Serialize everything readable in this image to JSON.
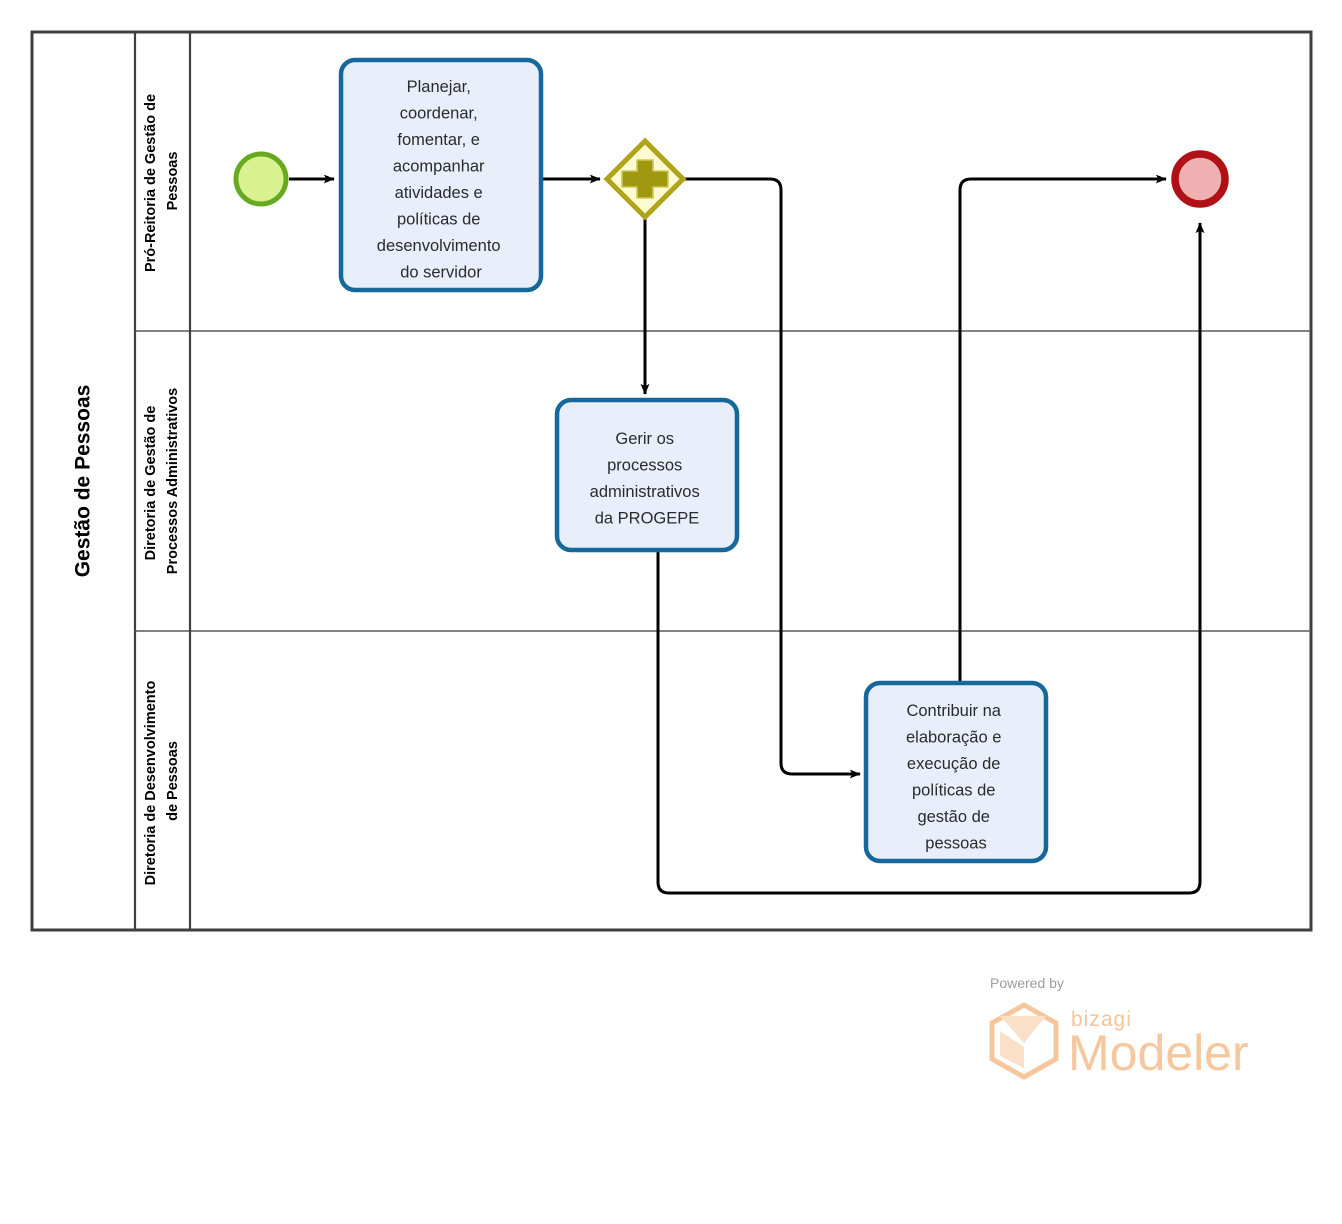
{
  "pool": {
    "label": "Gestão de Pessoas",
    "lanes": [
      {
        "id": "lane-pro-reitoria",
        "label": "Pró-Reitoria de Gestão de Pessoas"
      },
      {
        "id": "lane-processos-administrativos",
        "label": "Diretoria de Gestão de Processos Administrativos"
      },
      {
        "id": "lane-desenvolvimento-pessoas",
        "label": "Diretoria de Desenvolvimento de Pessoas"
      }
    ]
  },
  "events": {
    "start": {
      "name": "start-event",
      "label": ""
    },
    "end": {
      "name": "end-event",
      "label": ""
    }
  },
  "gateway": {
    "name": "parallel-gateway",
    "type": "parallel",
    "symbol": "+",
    "label": ""
  },
  "tasks": [
    {
      "id": "task-planejar",
      "lane": "lane-pro-reitoria",
      "label": "Planejar, coordenar, fomentar, e acompanhar atividades e políticas de desenvolvimento do servidor",
      "lines": [
        "Planejar,",
        "coordenar,",
        "fomentar, e",
        "acompanhar",
        "atividades e",
        "políticas de",
        "desenvolvimento",
        "do servidor"
      ]
    },
    {
      "id": "task-gerir",
      "lane": "lane-processos-administrativos",
      "label": "Gerir os processos administrativos da PROGEPE",
      "lines": [
        "Gerir os",
        "processos",
        "administrativos",
        "da PROGEPE"
      ]
    },
    {
      "id": "task-contribuir",
      "lane": "lane-desenvolvimento-pessoas",
      "label": "Contribuir na elaboração e execução de políticas de gestão de pessoas",
      "lines": [
        "Contribuir na",
        "elaboração e",
        "execução de",
        "políticas de",
        "gestão de",
        "pessoas"
      ]
    }
  ],
  "flows": [
    {
      "id": "flow-start-to-planejar",
      "from": "start-event",
      "to": "task-planejar",
      "label": ""
    },
    {
      "id": "flow-planejar-to-gateway",
      "from": "task-planejar",
      "to": "parallel-gateway",
      "label": ""
    },
    {
      "id": "flow-gateway-to-gerir",
      "from": "parallel-gateway",
      "to": "task-gerir",
      "label": ""
    },
    {
      "id": "flow-gateway-to-contribuir",
      "from": "parallel-gateway",
      "to": "task-contribuir",
      "label": ""
    },
    {
      "id": "flow-contribuir-to-end",
      "from": "task-contribuir",
      "to": "end-event",
      "label": ""
    },
    {
      "id": "flow-gerir-to-end",
      "from": "task-gerir",
      "to": "end-event",
      "label": ""
    }
  ],
  "watermark": {
    "powered_by": "Powered by",
    "brand": "bizagi",
    "product": "Modeler"
  },
  "colors": {
    "task_fill": "#e9eefb",
    "task_border": "#16689b",
    "start_fill": "#d9f28f",
    "start_border": "#67aa22",
    "end_fill": "#eeb0b0",
    "end_border": "#b01116",
    "gateway_fill": "#fdfbd2",
    "gateway_border": "#b0a317",
    "gateway_symbol": "#a0990f",
    "flow_line": "#000000",
    "pool_border": "#3f3f43",
    "watermark": "#f6c79c"
  }
}
